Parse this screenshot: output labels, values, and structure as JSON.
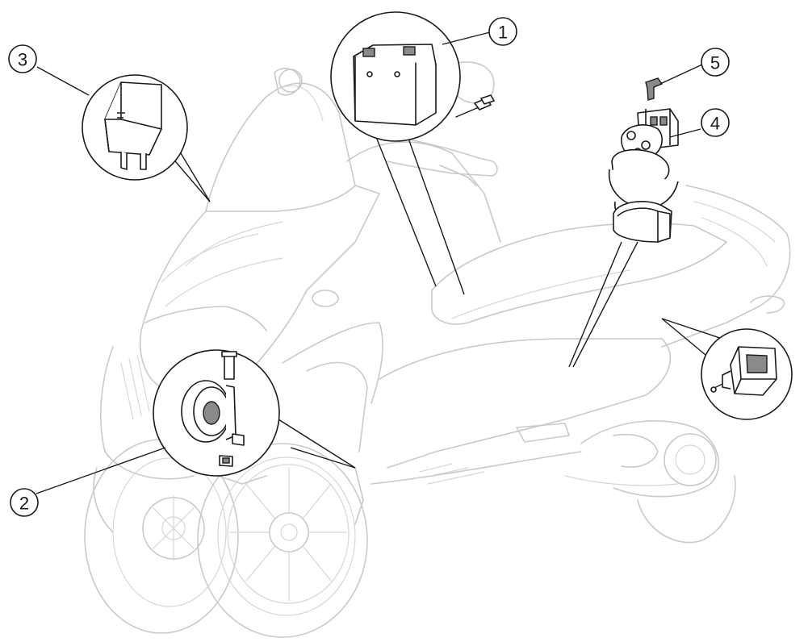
{
  "callouts": [
    {
      "id": "1",
      "label": "1"
    },
    {
      "id": "2",
      "label": "2"
    },
    {
      "id": "3",
      "label": "3"
    },
    {
      "id": "4",
      "label": "4"
    },
    {
      "id": "5",
      "label": "5"
    }
  ],
  "colors": {
    "ink": "#1a1a1a",
    "ghost": "#c9c9c9",
    "background": "#ffffff"
  }
}
